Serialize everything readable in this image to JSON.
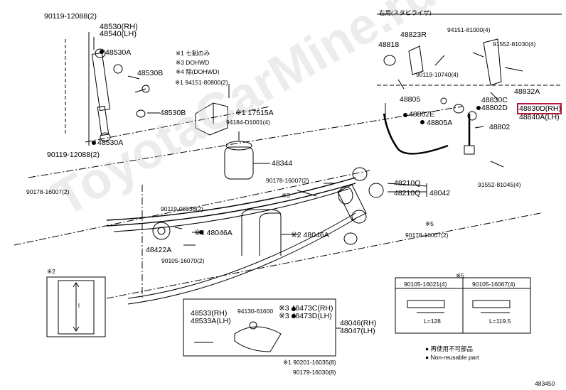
{
  "watermark": "ToyotaCarMine.ru",
  "diagram_code": "483450",
  "section_title": "右用(スタビライザ)",
  "highlight_color": "#b3163a",
  "notes": {
    "n1": "※1 七割のみ",
    "n3": "※3 DOHWD",
    "n4": "※4 除(DOHWD)"
  },
  "legend": {
    "ja": "● 再使用不可部品",
    "en": "● Non-reusable part"
  },
  "inset2": {
    "label": "※2",
    "dim": "l"
  },
  "inset5": {
    "label": "※5",
    "col1": "90105-16021(4)",
    "col2": "90105-16067(4)",
    "len1": "L=128",
    "len2": "L=119.5"
  },
  "parts": {
    "p90119_12088_top": "90119-12088(2)",
    "p48530": "48530(RH)",
    "p48540": "48540(LH)",
    "p48530a_top": "48530A",
    "p48530b_1": "48530B",
    "p48530b_2": "48530B",
    "p48530a_bot": "48530A",
    "p90119_12088_bot": "90119-12088(2)",
    "p94151_80800": "※1 94151-80800(2)",
    "p17515a": "※1 17515A",
    "p94184": "94184-D1001(4)",
    "p48344": "48344",
    "p90178_16007_left": "90178-16007(2)",
    "p90178_16007_mid": "90178-16007(2)",
    "p90119_08336": "90119-08336(2)",
    "p48046a_1": "※4 48046A",
    "p48046a_2": "※2 48046A",
    "p48422a": "48422A",
    "p90105_16070": "90105-16070(2)",
    "p48210q_1": "48210Q",
    "p48210q_2": "48210Q",
    "p48042": "48042",
    "p_star3": "※3",
    "p_star5": "※5",
    "p90178_16007_r": "90178-16007(2)",
    "p48533": "48533(RH)",
    "p48533a": "48533A(LH)",
    "p94130": "94130-61600",
    "p48473c": "※3 48473C(RH)",
    "p48473d": "※3 48473D(LH)",
    "p48046": "48046(RH)",
    "p48047": "48047(LH)",
    "p90201": "※1 90201-16035(8)",
    "p90179": "90179-16030(8)",
    "p48823r": "48823R",
    "p48818": "48818",
    "p94151_81000": "94151-81000(4)",
    "p91552_81030": "91552-81030(4)",
    "p90119_10740": "90119-10740(4)",
    "p48832a": "48832A",
    "p48805": "48805",
    "p48830c": "48830C",
    "p48802d": "48802D",
    "p48802e": "48802E",
    "p48830d": "48830D(RH)",
    "p48840a": "48840A(LH)",
    "p48805a": "48805A",
    "p48802": "48802",
    "p91552_81045": "91552-81045(4)"
  }
}
